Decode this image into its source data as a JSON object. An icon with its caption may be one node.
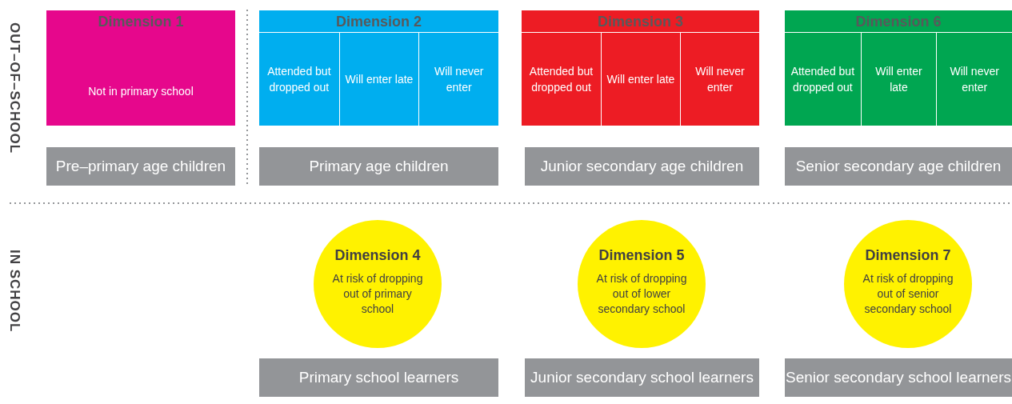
{
  "diagram": {
    "nodes": [
      {
        "text": [
          "Dimension 1",
          "Not in primary school"
        ]
      },
      {
        "text": [
          "Dimension 2"
        ]
      },
      {
        "text": [
          "Attended but dropped out"
        ],
        "in": 1
      },
      {
        "text": [
          "Will enter late"
        ],
        "in": 1
      },
      {
        "text": [
          "Will never enter"
        ],
        "in": 1
      },
      {
        "text": [
          "Dimension 3"
        ]
      },
      {
        "text": [
          "Attended but dropped out"
        ],
        "in": 5
      },
      {
        "text": [
          "Will enter late"
        ],
        "in": 5
      },
      {
        "text": [
          "Will never enter"
        ],
        "in": 5
      },
      {
        "text": [
          "Dimension 6"
        ]
      },
      {
        "text": [
          "Attended but dropped out"
        ],
        "in": 9
      },
      {
        "text": [
          "Will enter late"
        ],
        "in": 9
      },
      {
        "text": [
          "Will never enter"
        ],
        "in": 9
      },
      {
        "text": [
          "Pre–primary age children"
        ]
      },
      {
        "text": [
          "Primary age children"
        ]
      },
      {
        "text": [
          "Junior secondary age children"
        ]
      },
      {
        "text": [
          "Senior secondary age children"
        ]
      },
      {
        "text": [
          "Dimension 4",
          "At risk of dropping out of primary school"
        ]
      },
      {
        "text": [
          "Dimension 5",
          "At risk of dropping out of lower secondary school"
        ]
      },
      {
        "text": [
          "Dimension 7",
          "At risk of dropping out of senior secondary school"
        ]
      },
      {
        "text": [
          "Primary school learners"
        ]
      },
      {
        "text": [
          "Junior secondary school learners"
        ]
      },
      {
        "text": [
          "Senior secondary school learners"
        ]
      }
    ],
    "edges": [],
    "labels": [
      "OUT–OF–SCHOOL",
      "IN SCHOOL"
    ]
  }
}
